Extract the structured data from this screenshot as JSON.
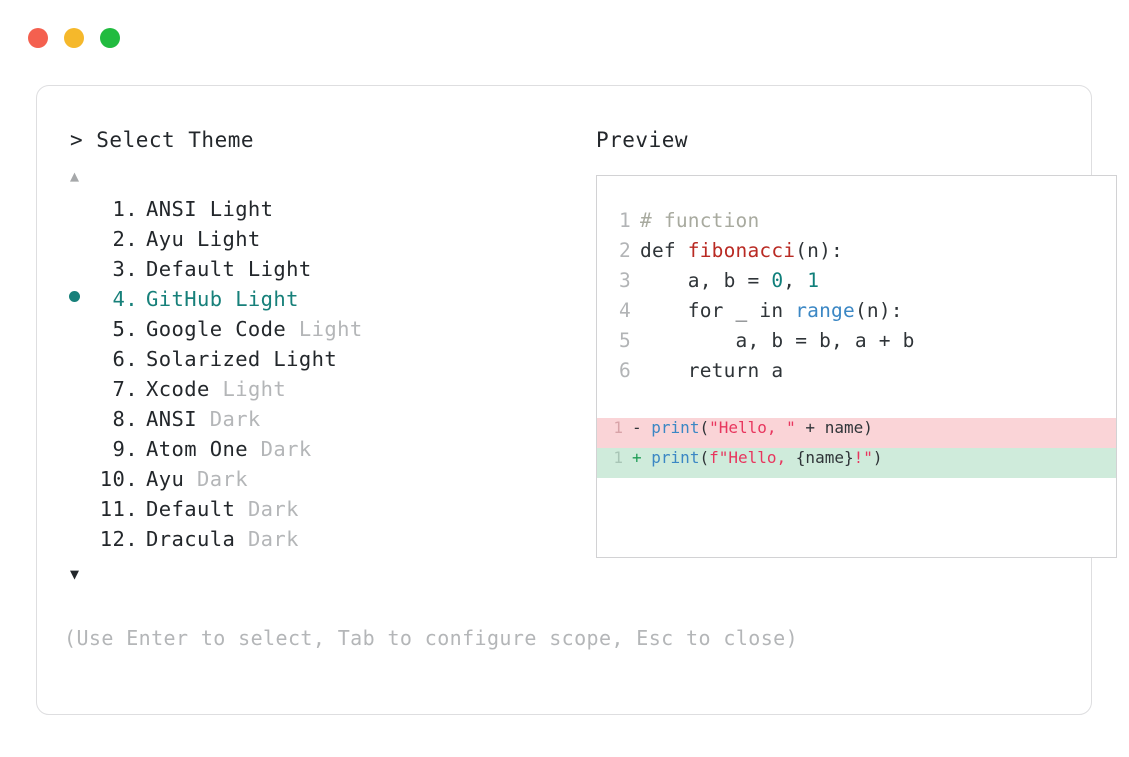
{
  "window": {
    "traffic_lights": [
      {
        "name": "close",
        "color": "#f4604f"
      },
      {
        "name": "minimize",
        "color": "#f5b82b"
      },
      {
        "name": "maximize",
        "color": "#21bb3f"
      }
    ]
  },
  "left": {
    "prompt": "> Select Theme",
    "scroll_up": "▲",
    "scroll_down": "▼",
    "items": [
      {
        "index": " 1.",
        "name": "ANSI Light",
        "suffix": "",
        "selected": false
      },
      {
        "index": " 2.",
        "name": "Ayu Light",
        "suffix": "",
        "selected": false
      },
      {
        "index": " 3.",
        "name": "Default Light",
        "suffix": "",
        "selected": false
      },
      {
        "index": " 4.",
        "name": "GitHub Light",
        "suffix": "",
        "selected": true
      },
      {
        "index": " 5.",
        "name": "Google Code",
        "suffix": "Light",
        "selected": false
      },
      {
        "index": " 6.",
        "name": "Solarized Light",
        "suffix": "",
        "selected": false
      },
      {
        "index": " 7.",
        "name": "Xcode",
        "suffix": "Light",
        "selected": false
      },
      {
        "index": " 8.",
        "name": "ANSI",
        "suffix": "Dark",
        "selected": false
      },
      {
        "index": " 9.",
        "name": "Atom One",
        "suffix": "Dark",
        "selected": false
      },
      {
        "index": "10.",
        "name": "Ayu",
        "suffix": "Dark",
        "selected": false
      },
      {
        "index": "11.",
        "name": "Default",
        "suffix": "Dark",
        "selected": false
      },
      {
        "index": "12.",
        "name": "Dracula",
        "suffix": "Dark",
        "selected": false
      }
    ]
  },
  "preview": {
    "label": "Preview",
    "code_lines": [
      {
        "ln": "1",
        "tokens": [
          {
            "t": "# function",
            "c": "tok-comment"
          }
        ]
      },
      {
        "ln": "2",
        "tokens": [
          {
            "t": "def ",
            "c": "tok-plain"
          },
          {
            "t": "fibonacci",
            "c": "tok-fn"
          },
          {
            "t": "(n):",
            "c": "tok-plain"
          }
        ]
      },
      {
        "ln": "3",
        "tokens": [
          {
            "t": "    a, b = ",
            "c": "tok-plain"
          },
          {
            "t": "0",
            "c": "tok-num"
          },
          {
            "t": ", ",
            "c": "tok-plain"
          },
          {
            "t": "1",
            "c": "tok-num"
          }
        ]
      },
      {
        "ln": "4",
        "tokens": [
          {
            "t": "    for _ in ",
            "c": "tok-plain"
          },
          {
            "t": "range",
            "c": "tok-builtin"
          },
          {
            "t": "(n):",
            "c": "tok-plain"
          }
        ]
      },
      {
        "ln": "5",
        "tokens": [
          {
            "t": "        a, b = b, a + b",
            "c": "tok-plain"
          }
        ]
      },
      {
        "ln": "6",
        "tokens": [
          {
            "t": "    return a",
            "c": "tok-plain"
          }
        ]
      }
    ],
    "diff_lines": [
      {
        "ln": "1",
        "kind": "del",
        "sign": "-",
        "tokens": [
          {
            "t": "print",
            "c": "tok-builtin"
          },
          {
            "t": "(",
            "c": "tok-plain"
          },
          {
            "t": "\"Hello, \"",
            "c": "tok-str"
          },
          {
            "t": " + name)",
            "c": "tok-plain"
          }
        ]
      },
      {
        "ln": "1",
        "kind": "add",
        "sign": "+",
        "tokens": [
          {
            "t": "print",
            "c": "tok-builtin"
          },
          {
            "t": "(",
            "c": "tok-plain"
          },
          {
            "t": "f\"Hello, ",
            "c": "tok-str"
          },
          {
            "t": "{name}",
            "c": "tok-plain"
          },
          {
            "t": "!\"",
            "c": "tok-str"
          },
          {
            "t": ")",
            "c": "tok-plain"
          }
        ]
      }
    ]
  },
  "footer": {
    "hint": "(Use Enter to select, Tab to configure scope, Esc to close)"
  },
  "colors": {
    "accent": "#17807a",
    "dim": "#b4b6b8",
    "text": "#23272b",
    "diff_del_bg": "#fad4d7",
    "diff_add_bg": "#cfebdb"
  }
}
